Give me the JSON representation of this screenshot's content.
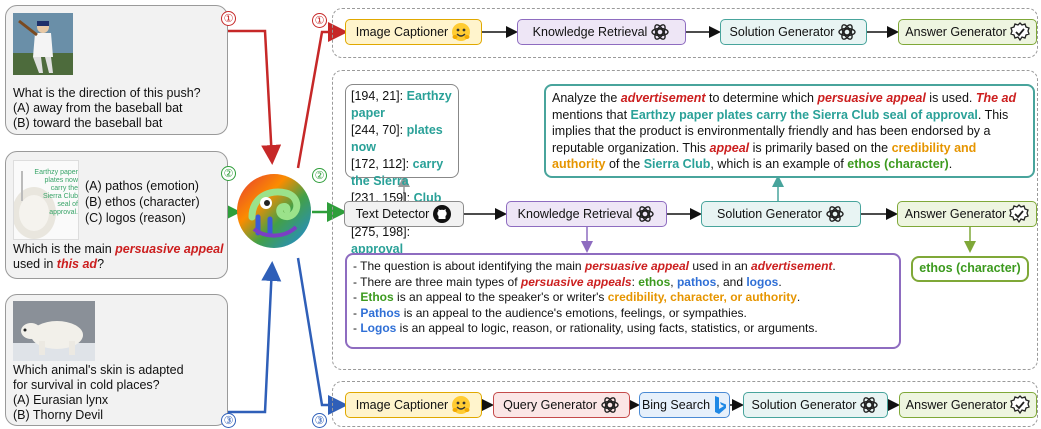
{
  "questions": [
    {
      "number": "①",
      "text": "What is the direction of this push?",
      "options": [
        "(A) away from the baseball bat",
        "(B) toward the baseball bat"
      ]
    },
    {
      "number": "②",
      "image_text": "Earthzy paper plates now carry the Sierra Club seal of approval.",
      "options": [
        "(A) pathos (emotion)",
        "(B) ethos (character)",
        "(C) logos (reason)"
      ],
      "q_pre": "Which is the main ",
      "q_em1": "persuasive appeal",
      "q_mid": " used in ",
      "q_em2": "this ad",
      "q_post": "?"
    },
    {
      "number": "③",
      "text_line1": "Which animal's skin is adapted",
      "text_line2": "for survival in cold places?",
      "options": [
        "(A) Eurasian lynx",
        "(B) Thorny Devil"
      ]
    }
  ],
  "pipelines": {
    "p1": {
      "number": "①",
      "steps": [
        "Image Captioner",
        "Knowledge Retrieval",
        "Solution Generator",
        "Answer Generator"
      ],
      "icons": [
        "hugging-face-icon",
        "openai-icon",
        "openai-icon",
        "check-icon"
      ]
    },
    "p2": {
      "number": "②",
      "steps": [
        "Text Detector",
        "Knowledge Retrieval",
        "Solution Generator",
        "Answer Generator"
      ],
      "icons": [
        "github-icon",
        "openai-icon",
        "openai-icon",
        "check-icon"
      ]
    },
    "p3": {
      "number": "③",
      "steps": [
        "Image Captioner",
        "Query Generator",
        "Bing Search",
        "Solution Generator",
        "Answer Generator"
      ],
      "icons": [
        "hugging-face-icon",
        "openai-icon",
        "bing-icon",
        "openai-icon",
        "check-icon"
      ]
    }
  },
  "ocr_lines": [
    {
      "coord": "[194, 21]:",
      "text": "Earthzy paper"
    },
    {
      "coord": "[244, 70]:",
      "text": "plates now"
    },
    {
      "coord": "[172, 112]:",
      "text": "carry the Sierra"
    },
    {
      "coord": "[231, 159]:",
      "text": "Club seal of"
    },
    {
      "coord": "[275, 198]:",
      "text": "approval"
    }
  ],
  "solution": {
    "s1": "Analyze the ",
    "s2": "advertisement",
    "s3": " to determine which ",
    "s4": "persuasive appeal",
    "s5": " is used. ",
    "s6": "The ad",
    "s7": " mentions that ",
    "s8": "Earthzy paper plates carry the Sierra Club seal of approval",
    "s9": ". This implies that the product is environmentally friendly and has been endorsed by a reputable organization. This ",
    "s10": "appeal",
    "s11": " is primarily based on the ",
    "s12": "credibility and authority",
    "s13": " of the ",
    "s14": "Sierra Club",
    "s15": ", which is an example of ",
    "s16": "ethos (character)",
    "s17": "."
  },
  "knowledge": {
    "l1a": "- The question is about identifying the main ",
    "l1b": "persuasive appeal",
    "l1c": " used in an ",
    "l1d": "advertisement",
    "l1e": ".",
    "l2a": "- There are three main types of ",
    "l2b": "persuasive appeals",
    "l2c": ": ",
    "l2d": "ethos",
    "l2e": ", ",
    "l2f": "pathos",
    "l2g": ", and ",
    "l2h": "logos",
    "l2i": ".",
    "l3a": "Ethos",
    "l3b": " is an appeal to the speaker's or writer's ",
    "l3c": "credibility, character, or authority",
    "l3d": ".",
    "l4a": "Pathos",
    "l4b": " is an appeal to the audience's emotions, feelings, or sympathies.",
    "l5a": "Logos",
    "l5b": " is an appeal to logic, reason, or rationality, using facts, statistics, or arguments.",
    "dash": "- "
  },
  "answer": "ethos (character)",
  "colors": {
    "route1": "#c62828",
    "route2": "#2e9e3a",
    "route3": "#2f5fb8",
    "teal": "#2aa198",
    "red": "#cc1f1f",
    "orange": "#e69500",
    "green": "#3c9a1e",
    "blue": "#2f6fd6"
  }
}
